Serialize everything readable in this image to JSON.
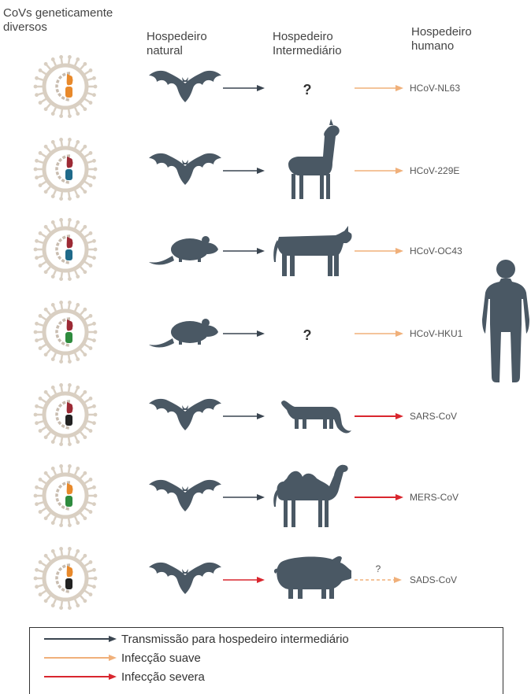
{
  "headers": {
    "col1": [
      "CoVs geneticamente",
      "diversos"
    ],
    "col2": [
      "Hospedeiro",
      "natural"
    ],
    "col3": [
      "Hospedeiro",
      "Intermediário"
    ],
    "col4": [
      "Hospedeiro",
      "humano"
    ]
  },
  "rows": [
    {
      "natural": "bat-icon",
      "intermediate": "?",
      "arrow2": "mild",
      "human_virus": "HCoV-NL63",
      "genome": [
        "#e8892b",
        "#e8892b"
      ]
    },
    {
      "natural": "bat-icon",
      "intermediate": "alpaca-icon",
      "arrow2": "mild",
      "human_virus": "HCoV-229E",
      "genome": [
        "#9c2a35",
        "#1f6a8a"
      ]
    },
    {
      "natural": "rodent-icon",
      "intermediate": "cow-icon",
      "arrow2": "mild",
      "human_virus": "HCoV-OC43",
      "genome": [
        "#9c2a35",
        "#1f6a8a"
      ]
    },
    {
      "natural": "rodent-icon",
      "intermediate": "?",
      "arrow2": "mild",
      "human_virus": "HCoV-HKU1",
      "genome": [
        "#9c2a35",
        "#2e8b3e"
      ]
    },
    {
      "natural": "bat-icon",
      "intermediate": "civet-icon",
      "arrow2": "severe",
      "human_virus": "SARS-CoV",
      "genome": [
        "#9c2a35",
        "#222222"
      ]
    },
    {
      "natural": "bat-icon",
      "intermediate": "camel-icon",
      "arrow2": "severe",
      "human_virus": "MERS-CoV",
      "genome": [
        "#e8892b",
        "#2e8b3e"
      ]
    },
    {
      "natural": "bat-icon",
      "intermediate": "pig-icon",
      "arrow2": "dashed",
      "arrow2_label": "?",
      "human_virus": "SADS-CoV",
      "genome": [
        "#e8892b",
        "#222222"
      ]
    }
  ],
  "legend": {
    "items": [
      {
        "label": "Transmissão para hospedeiro intermediário",
        "color": "#3a4550"
      },
      {
        "label": "Infecção suave",
        "color": "#f0b07a"
      },
      {
        "label": "Infecção severa",
        "color": "#d9262e"
      }
    ]
  },
  "colors": {
    "silhouette": "#4a5864",
    "arrow_dark": "#3a4550",
    "arrow_mild": "#f0b07a",
    "arrow_severe": "#d9262e",
    "virus_spike": "#d9cfc2",
    "human": "#4a5864"
  }
}
